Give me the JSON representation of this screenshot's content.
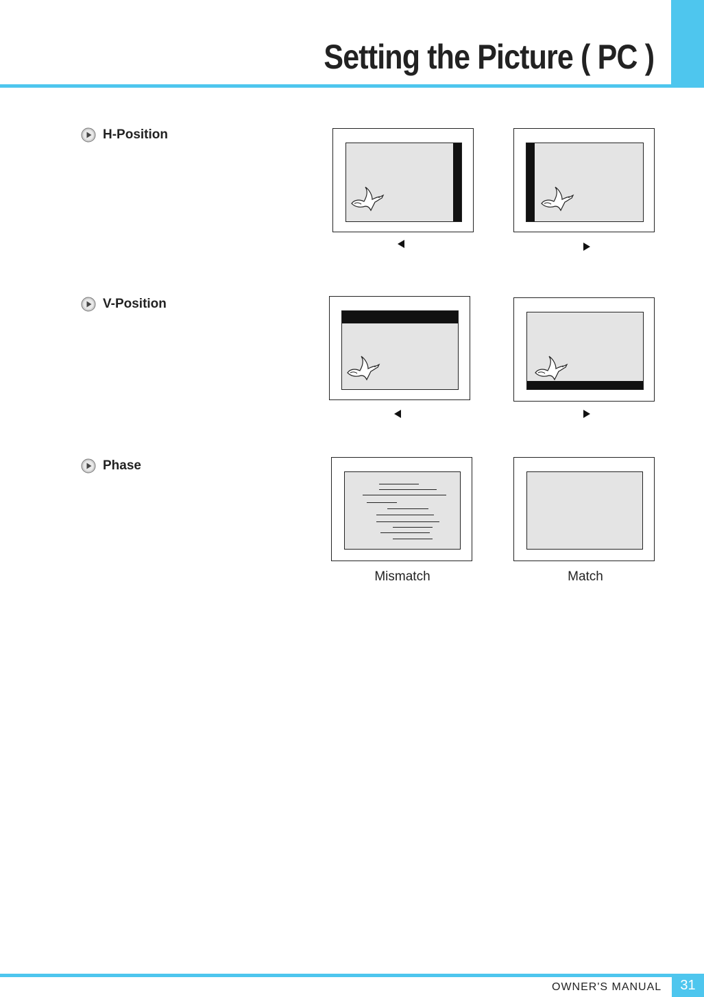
{
  "header": {
    "title": "Setting the Picture ( PC )"
  },
  "sections": [
    {
      "label": "H-Position"
    },
    {
      "label": "V-Position"
    },
    {
      "label": "Phase"
    }
  ],
  "phase": {
    "mismatch_caption": "Mismatch",
    "match_caption": "Match"
  },
  "footer": {
    "manual_label": "OWNER'S MANUAL",
    "page_number": "31"
  },
  "icons": {
    "bullet": "play-circle-icon",
    "left_arrow": "triangle-left-icon",
    "right_arrow": "triangle-right-icon",
    "bird": "bird-icon"
  },
  "colors": {
    "accent": "#4ec6ee",
    "screen": "#e4e4e4",
    "bar": "#111111"
  }
}
